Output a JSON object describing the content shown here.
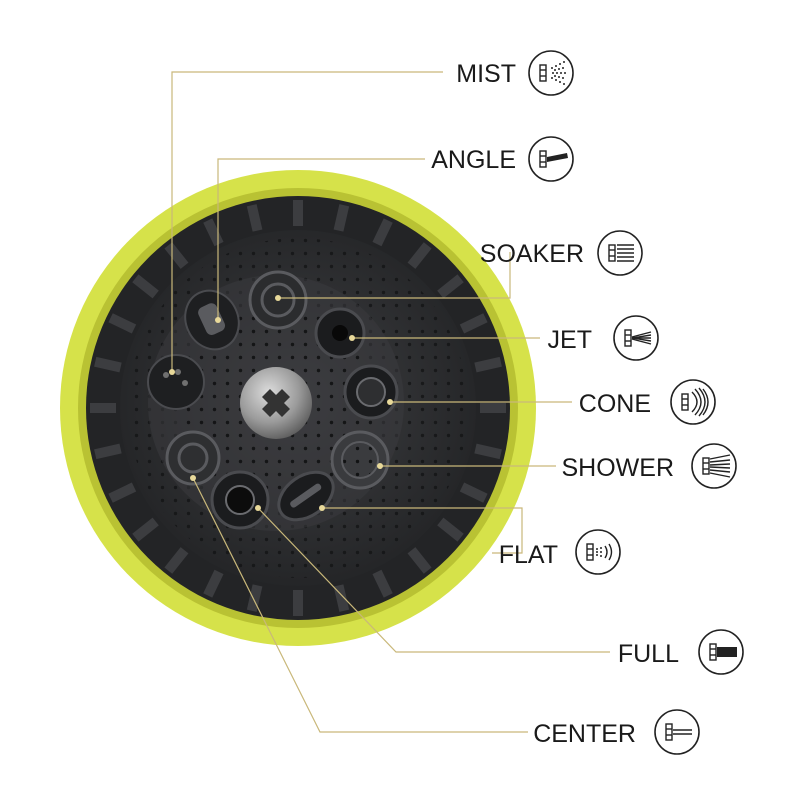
{
  "colors": {
    "rim": "#d6e24a",
    "rim_dark": "#b9c233",
    "face": "#2e2f31",
    "face_inner": "#3b3c3f",
    "leader": "#c9b87a"
  },
  "patterns": [
    {
      "key": "mist",
      "label": "MIST",
      "icon": "mist-spray-icon"
    },
    {
      "key": "angle",
      "label": "ANGLE",
      "icon": "angle-spray-icon"
    },
    {
      "key": "soaker",
      "label": "SOAKER",
      "icon": "soaker-spray-icon"
    },
    {
      "key": "jet",
      "label": "JET",
      "icon": "jet-spray-icon"
    },
    {
      "key": "cone",
      "label": "CONE",
      "icon": "cone-spray-icon"
    },
    {
      "key": "shower",
      "label": "SHOWER",
      "icon": "shower-spray-icon"
    },
    {
      "key": "flat",
      "label": "FLAT",
      "icon": "flat-spray-icon"
    },
    {
      "key": "full",
      "label": "FULL",
      "icon": "full-spray-icon"
    },
    {
      "key": "center",
      "label": "CENTER",
      "icon": "center-spray-icon"
    }
  ]
}
